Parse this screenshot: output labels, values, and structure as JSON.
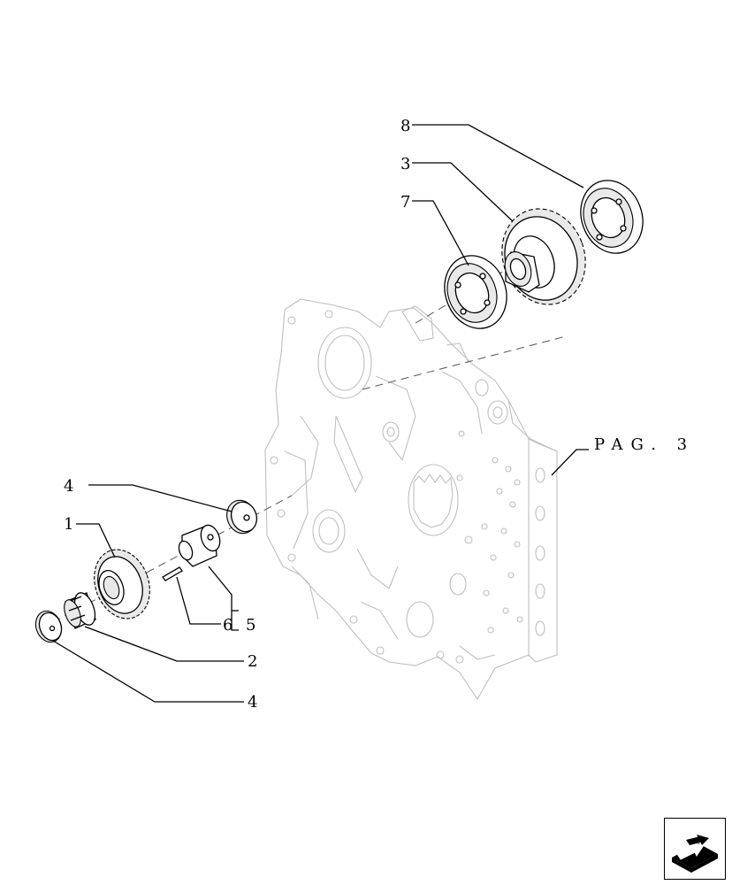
{
  "diagram": {
    "callouts": {
      "c8": "8",
      "c3": "3",
      "c7": "7",
      "c4_top": "4",
      "c1": "1",
      "c6": "6",
      "c5": "5",
      "c2": "2",
      "c4_bottom": "4"
    },
    "page_ref": "PAG. 3"
  },
  "nav": {
    "icon": "next-page-arrow-icon"
  }
}
